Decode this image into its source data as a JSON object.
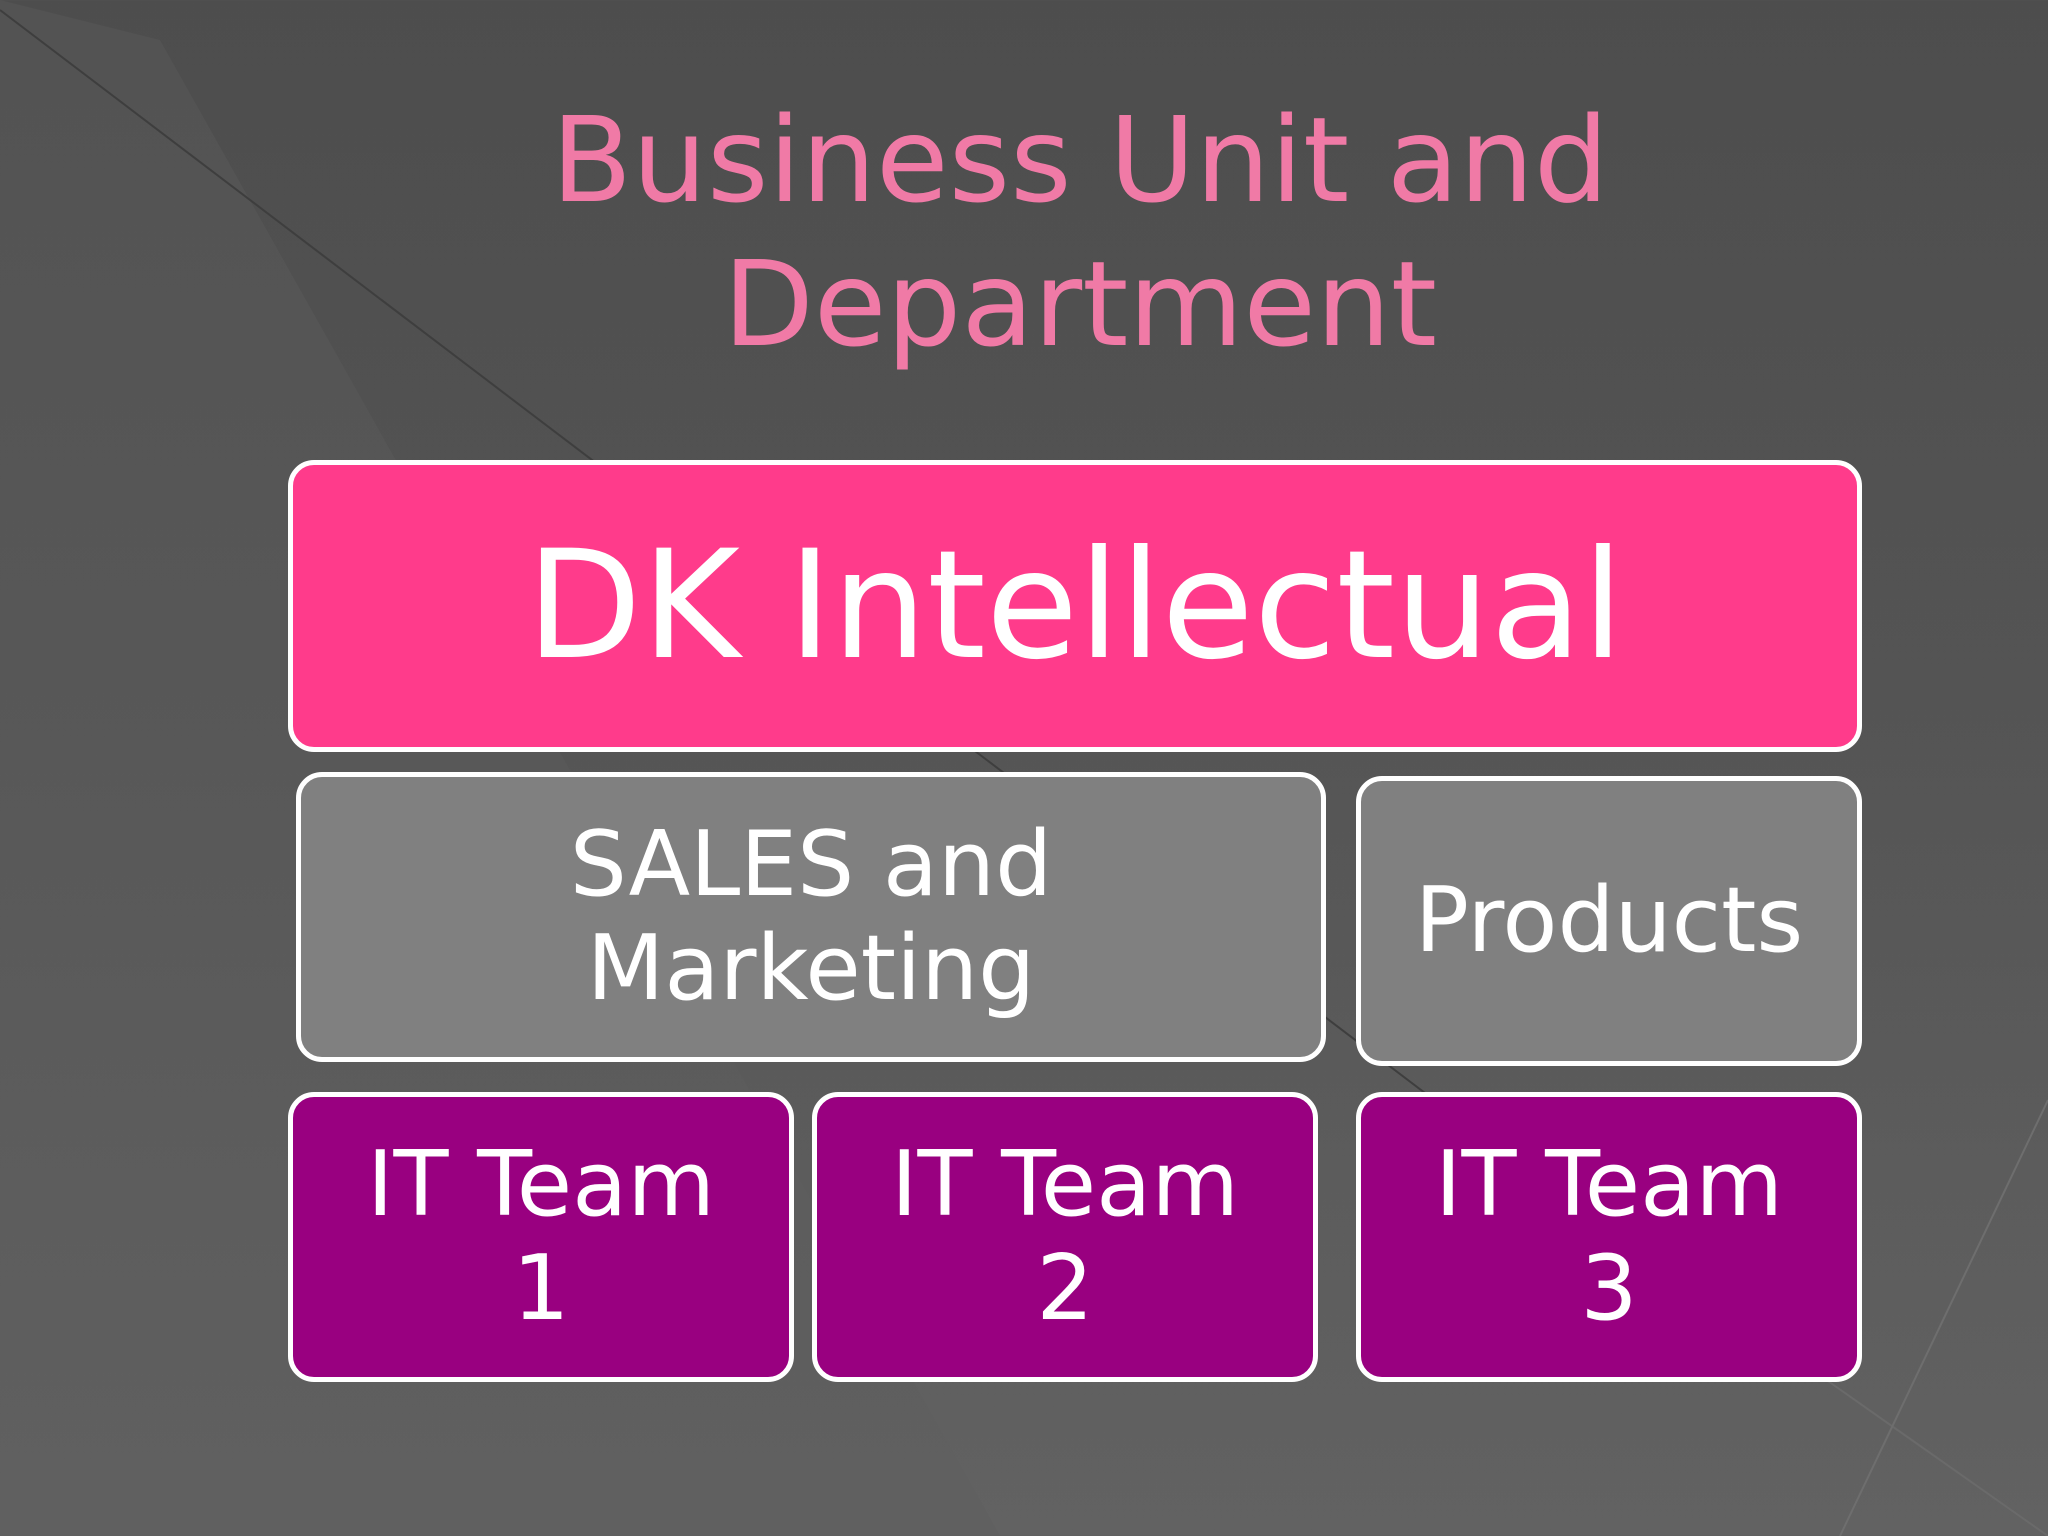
{
  "slide": {
    "title_lines": [
      "Business Unit and",
      "Department"
    ],
    "title_color": "#f07aa6"
  },
  "org": {
    "top": {
      "label": "DK Intellectual",
      "color": "#ff3b8b"
    },
    "departments": [
      {
        "lines": [
          "SALES and",
          "Marketing"
        ],
        "color": "#808080"
      },
      {
        "lines": [
          "Products"
        ],
        "color": "#808080"
      }
    ],
    "teams": [
      {
        "lines": [
          "IT Team",
          "1"
        ],
        "color": "#990080"
      },
      {
        "lines": [
          "IT Team",
          "2"
        ],
        "color": "#990080"
      },
      {
        "lines": [
          "IT Team",
          "3"
        ],
        "color": "#990080"
      }
    ]
  }
}
